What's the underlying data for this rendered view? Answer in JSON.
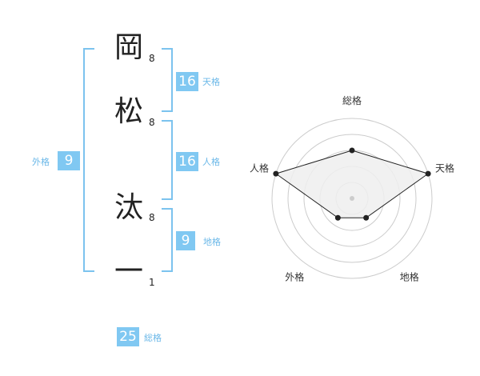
{
  "name_chars": [
    {
      "char": "岡",
      "strokes": "8"
    },
    {
      "char": "松",
      "strokes": "8"
    },
    {
      "char": "汰",
      "strokes": "8"
    },
    {
      "char": "一",
      "strokes": "1"
    }
  ],
  "fortunes": {
    "tenkaku": {
      "value": "16",
      "label": "天格"
    },
    "jinkaku": {
      "value": "16",
      "label": "人格"
    },
    "chikaku": {
      "value": "9",
      "label": "地格"
    },
    "gaikaku": {
      "value": "9",
      "label": "外格"
    },
    "soukaku": {
      "value": "25",
      "label": "総格"
    }
  },
  "radar": {
    "axes": [
      "総格",
      "天格",
      "地格",
      "外格",
      "人格"
    ],
    "values": [
      0.6,
      1.0,
      0.3,
      0.3,
      1.0
    ],
    "colors": {
      "ring": "#cccccc",
      "fill": "#eeeeee",
      "line": "#222222",
      "center": "#cccccc"
    }
  }
}
